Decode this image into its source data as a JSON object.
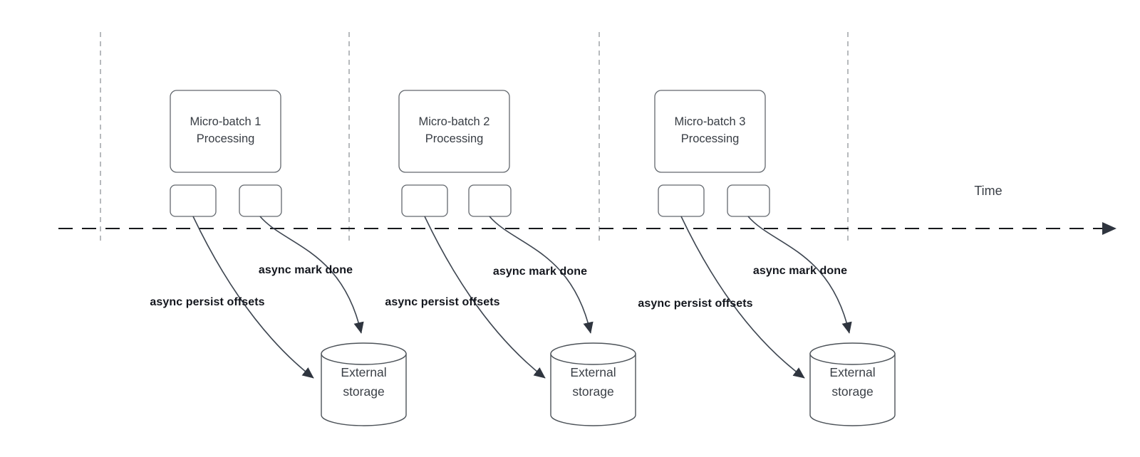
{
  "diagram": {
    "type": "timeline-flow-diagram",
    "time_label": "Time",
    "groups": [
      {
        "title_line1": "Micro-batch 1",
        "title_line2": "Processing",
        "persist_label": "async persist offsets",
        "done_label": "async mark done",
        "storage_line1": "External",
        "storage_line2": "storage"
      },
      {
        "title_line1": "Micro-batch 2",
        "title_line2": "Processing",
        "persist_label": "async persist offsets",
        "done_label": "async mark done",
        "storage_line1": "External",
        "storage_line2": "storage"
      },
      {
        "title_line1": "Micro-batch 3",
        "title_line2": "Processing",
        "persist_label": "async persist offsets",
        "done_label": "async mark done",
        "storage_line1": "External",
        "storage_line2": "storage"
      }
    ],
    "colors": {
      "background": "#ffffff",
      "box_border": "#63686e",
      "arrow_stroke": "#3e4651",
      "timeline_stroke": "#17191d",
      "divider_stroke": "#b7babd",
      "title_text": "#383d44",
      "bold_label_text": "#13161d"
    }
  }
}
